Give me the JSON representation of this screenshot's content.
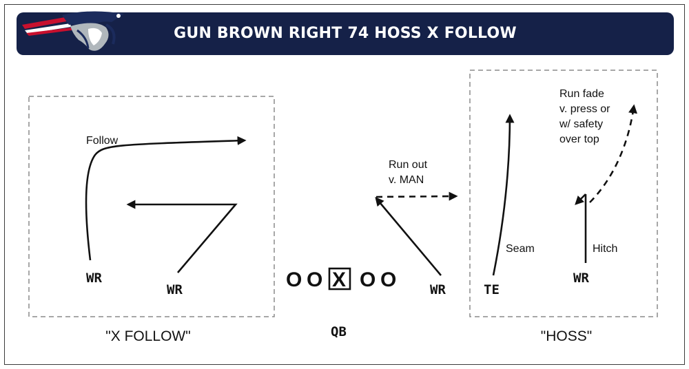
{
  "header": {
    "title": "GUN BROWN RIGHT 74 HOSS X FOLLOW",
    "colors": {
      "banner": "#152148",
      "accent_red": "#c8102e",
      "silver": "#b0b7bc"
    },
    "logo_icon": "patriots-flying-elvis-logo"
  },
  "left_concept": {
    "caption": "\"X FOLLOW\"",
    "route_labels": {
      "follow": "Follow"
    },
    "players": {
      "wr_outside": "WR",
      "wr_inside": "WR"
    }
  },
  "formation": {
    "linemen_left": [
      "O",
      "O"
    ],
    "center": "X",
    "linemen_right": [
      "O",
      "O"
    ],
    "qb": "QB"
  },
  "middle": {
    "route_label_line1": "Run out",
    "route_label_line2": "v. MAN",
    "player": "WR"
  },
  "right_concept": {
    "caption": "\"HOSS\"",
    "route_labels": {
      "seam": "Seam",
      "hitch": "Hitch",
      "fade_lines": [
        "Run fade",
        "v. press or",
        "w/ safety",
        "over top"
      ]
    },
    "players": {
      "te": "TE",
      "wr": "WR"
    }
  }
}
